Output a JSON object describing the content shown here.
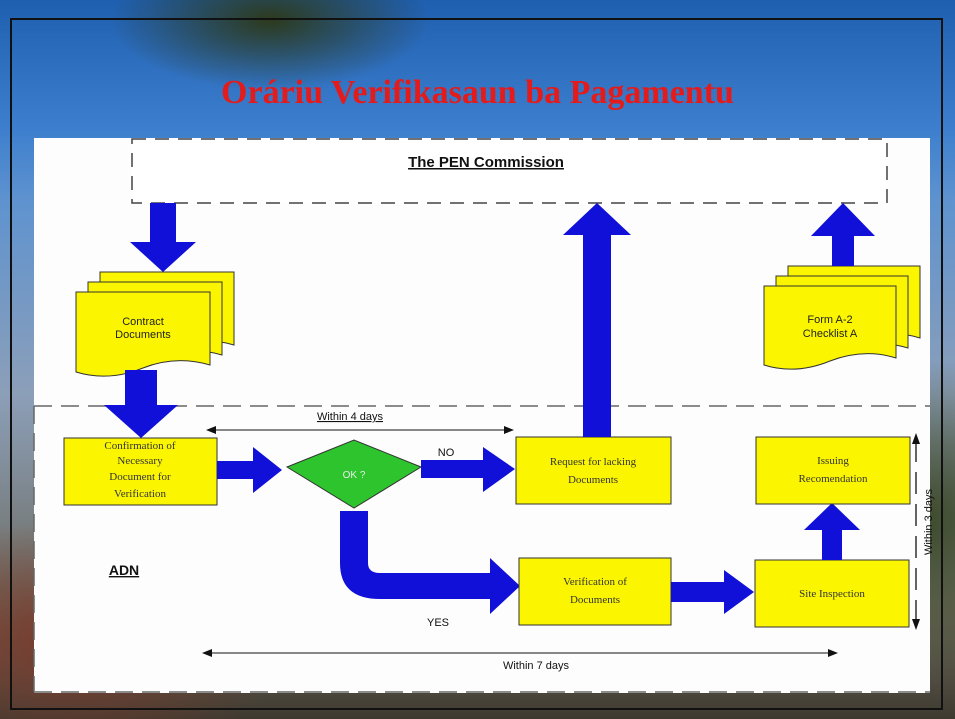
{
  "title": "Oráriu Verifikasaun ba Pagamentu",
  "commission": {
    "label": "The PEN Commission"
  },
  "docs": {
    "contract": [
      "Contract",
      "Documents"
    ],
    "form": [
      "Form A-2",
      "Checklist A"
    ]
  },
  "boxes": {
    "confirmation": [
      "Confirmation of",
      "Necessary",
      "Document for",
      "Verification"
    ],
    "request": [
      "Request for lacking",
      "Documents"
    ],
    "issuing": [
      "Issuing",
      "Recomendation"
    ],
    "verification": [
      "Verification of",
      "Documents"
    ],
    "site": [
      "Site Inspection"
    ]
  },
  "decision": {
    "label": "OK ?",
    "no": "NO",
    "yes": "YES"
  },
  "region": {
    "label": "ADN"
  },
  "durations": {
    "four_days": "Within 4 days",
    "seven_days": "Within 7 days",
    "three_days": "Within 3 days"
  },
  "colors": {
    "box_fill": "#fbf600",
    "decision_fill": "#2ec42e",
    "arrow_fill": "#1010d8",
    "title": "#e41b1b"
  }
}
